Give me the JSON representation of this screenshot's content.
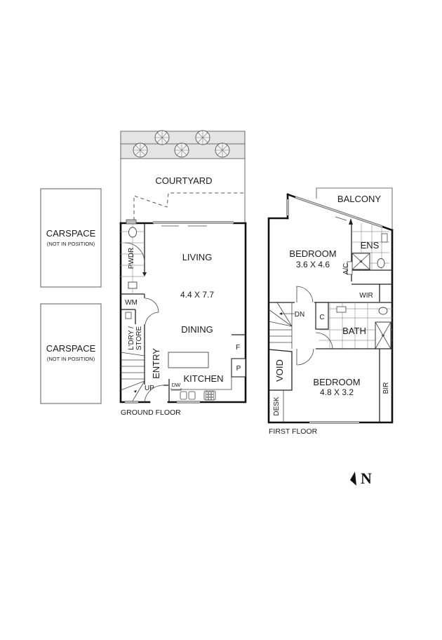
{
  "plan": {
    "ground_floor": {
      "title": "GROUND FLOOR",
      "rooms": {
        "courtyard": "COURTYARD",
        "living": "LIVING",
        "living_dim": "4.4 X 7.7",
        "dining": "DINING",
        "kitchen": "KITCHEN",
        "entry": "ENTRY",
        "pwdr": "PWDR",
        "wm": "WM",
        "laundry": "L'DRY /",
        "store": "STORE",
        "fridge": "F",
        "pantry": "P",
        "dishwasher": "DW",
        "stairs_up": "UP"
      }
    },
    "first_floor": {
      "title": "FIRST FLOOR",
      "rooms": {
        "balcony": "BALCONY",
        "bedroom1": "BEDROOM",
        "bedroom1_dim": "3.6 X 4.6",
        "ens": "ENS",
        "ac": "A/C",
        "wir": "WIR",
        "cupboard": "C",
        "bath": "BATH",
        "stairs_down": "DN",
        "void": "VOID",
        "bedroom2": "BEDROOM",
        "bedroom2_dim": "4.8 X 3.2",
        "bir": "BIR",
        "desk": "DESK"
      }
    },
    "carspaces": [
      {
        "label": "CARSPACE",
        "note": "(NOT IN POSITION)"
      },
      {
        "label": "CARSPACE",
        "note": "(NOT IN POSITION)"
      }
    ],
    "north_label": "N"
  },
  "colors": {
    "wall": "#111111",
    "garden_band": "#e4e4e4",
    "window": "#777777",
    "tile": "#9a9a9a"
  }
}
